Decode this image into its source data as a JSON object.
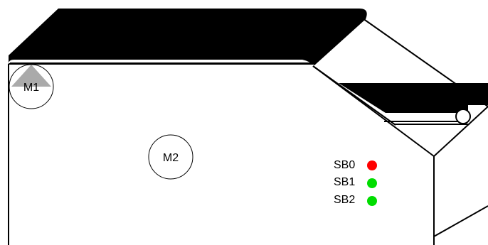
{
  "motors": [
    {
      "label": "M1",
      "shape": "circle-with-gray-triangle"
    },
    {
      "label": "M2",
      "shape": "circle"
    }
  ],
  "sensors": [
    {
      "label": "SB0",
      "color": "#ff0000",
      "state": "red"
    },
    {
      "label": "SB1",
      "color": "#00dd00",
      "state": "green"
    },
    {
      "label": "SB2",
      "color": "#00dd00",
      "state": "green"
    }
  ],
  "colors": {
    "belt": "#000000",
    "outline": "#000000",
    "background": "#ffffff",
    "triangle": "#aaaaaa"
  }
}
